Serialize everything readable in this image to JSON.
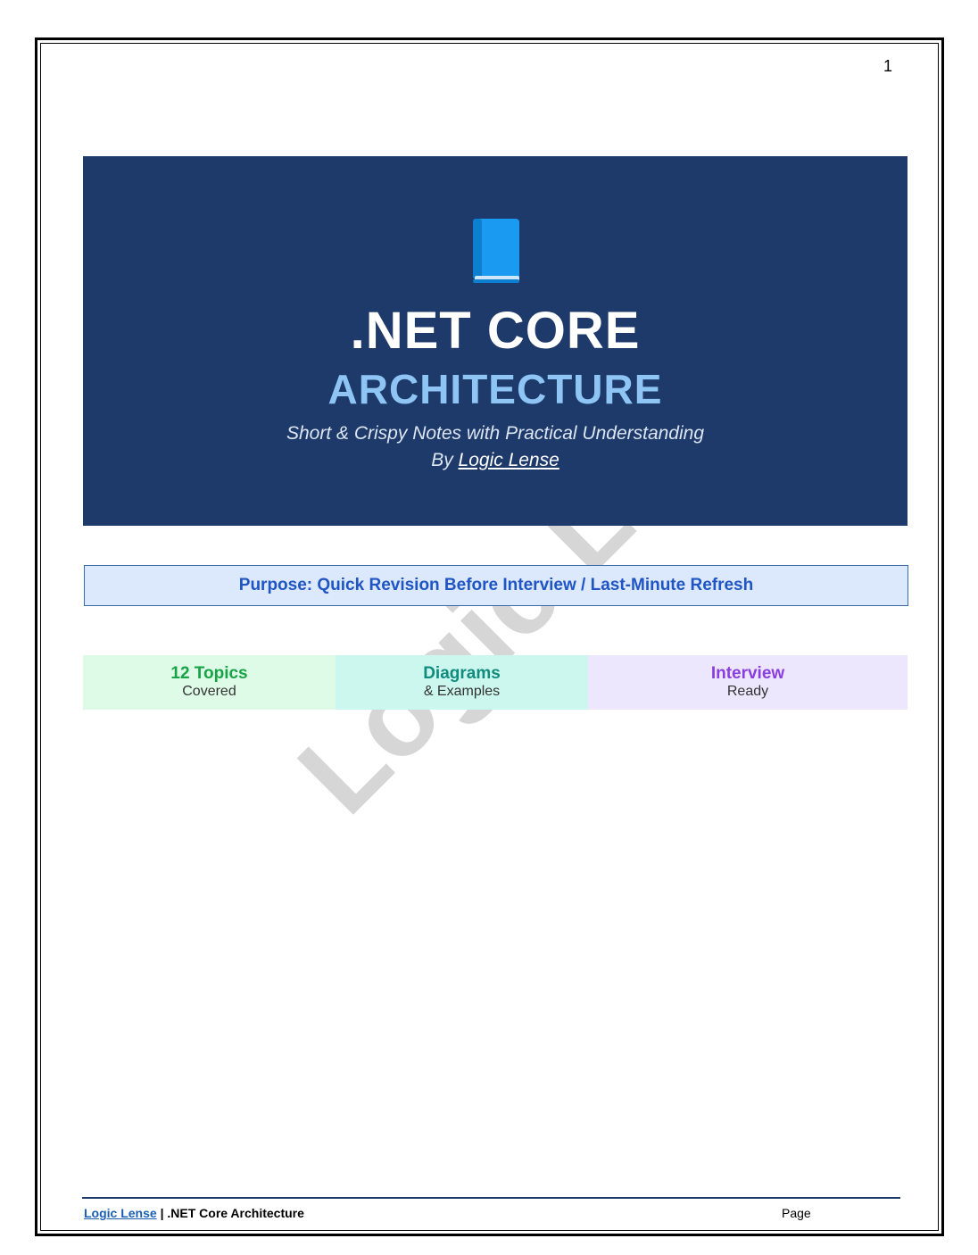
{
  "page": {
    "number": "1"
  },
  "watermark": {
    "text": "Logic Lense"
  },
  "hero": {
    "icon": "book-icon",
    "title": ".NET CORE",
    "subtitle": "ARCHITECTURE",
    "tagline": "Short & Crispy Notes with Practical Understanding",
    "by_prefix": "By ",
    "author": "Logic Lense"
  },
  "purpose": {
    "text": "Purpose: Quick Revision Before Interview / Last-Minute Refresh"
  },
  "features": [
    {
      "title": "12 Topics",
      "subtitle": "Covered",
      "color": "#17a346"
    },
    {
      "title": "Diagrams",
      "subtitle": "& Examples",
      "color": "#0f8c7e"
    },
    {
      "title": "Interview",
      "subtitle": "Ready",
      "color": "#8a3ee0"
    }
  ],
  "footer": {
    "brand": "Logic Lense",
    "separator": " | ",
    "doc_title": ".NET Core Architecture",
    "page_label": "Page"
  },
  "colors": {
    "hero_bg": "#1e3a6b",
    "accent_light_blue": "#8ec5f5",
    "purpose_bg": "#dce8fb",
    "purpose_text": "#1f56c4"
  }
}
